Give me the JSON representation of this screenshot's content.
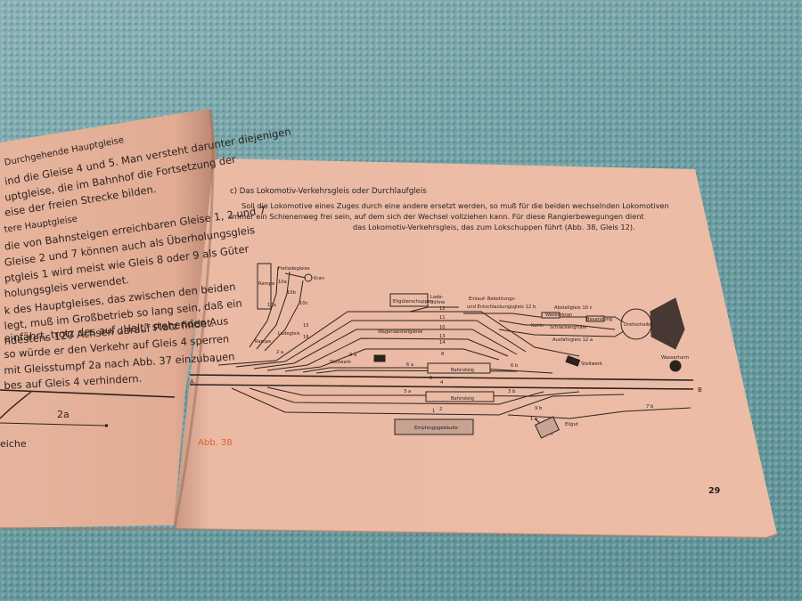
{
  "left_page": {
    "lines": [
      "Durchgehende Hauptgleise",
      "ind die Gleise 4 und 5. Man versteht darunter diejenigen",
      "uptgleise, die im Bahnhof die Fortsetzung der",
      "eise der freien Strecke bilden.",
      "tere Hauptgleise",
      "die von Bahnsteigen erreichbaren Gleise 1, 2 und 7",
      "Gleise 2 und 7 können auch als Überholungsgleis",
      "ptgleis 1 wird meist wie Gleis 8 oder 9 als Güter",
      "holungsgleis verwendet.",
      "k des Hauptgleises, das zwischen den beiden",
      "legt, muß im Großbetrieb so lang sein, daß ein",
      "ndestens 120 Achsen darauf Platz findet.",
      "einfährt, trotz des auf „Halt\" stehenden Aus",
      "so würde er den Verkehr auf Gleis 4 sperren",
      "mit Gleisstumpf 2a nach Abb. 37 einzubauen",
      "bes auf Gleis 4 verhindern."
    ],
    "figure_label": "2a",
    "figure_caption": "eiche"
  },
  "right_page": {
    "heading": "c) Das Lokomotiv-Verkehrsgleis oder Durchlaufgleis",
    "paragraph": [
      "Soll die Lokomotive eines Zuges durch eine andere ersetzt werden, so muß für die beiden wechselnden Lokomotiven",
      "immer ein Schienenweg frei sein, auf dem sich der Wechsel vollziehen kann. Für diese Rangierbewegungen dient",
      "das Lokomotiv-Verkehrsgleis, das zum Lokschuppen führt (Abb. 38, Gleis 12)."
    ],
    "figure_caption": "Abb. 38",
    "page_number": "29",
    "diagram_labels": {
      "freiladegleise": "Freiladegleise",
      "kran": "Kran",
      "rampe": "Rampe",
      "g10a": "10a",
      "g10b": "10b",
      "g10c": "10c",
      "eilgueterschuppen": "Eilgüterschuppen",
      "lade": "Lade-",
      "buehne": "bühne",
      "einlauf": "Einlauf- Bekohlungs-",
      "entschlackung": "und Entschlackungsgleis 12 b",
      "abstellgleis": "Abstellgleis 10 c",
      "wasserkran": "Wasserkran",
      "kohle": "Kohle",
      "schlackengrube": "Schlackengrube",
      "besandung": "Besandung",
      "drehscheibe": "Drehscheibe",
      "ausfahrgleis": "Ausfahrgleis 12 a",
      "wagenabstellgleise": "Wagenabstellgleise",
      "rampe2": "Rampe",
      "ladegleis": "Ladegleis",
      "stellwerk": "Stellwerk",
      "stellwerk2": "Stellwerk",
      "wasserturm": "Wasserturm",
      "bahnsteig1": "Bahnsteig",
      "bahnsteig2": "Bahnsteig",
      "empfangsgebaeude": "Empfangsgebäude",
      "eilgut": "Eilgut",
      "A": "A",
      "B": "B",
      "n7a": "7 a",
      "n7b": "7 b",
      "n9a": "9 a",
      "n9b": "9 b",
      "n8": "8",
      "n6a": "6 a",
      "n6b": "6 b",
      "n5": "5",
      "n4": "4",
      "n3a": "3 a",
      "n3b": "3 b",
      "n2": "2",
      "n1": "1",
      "n12": "12",
      "n11": "11",
      "n10": "10",
      "n13": "13",
      "n14": "14",
      "n15": "15",
      "n16": "16",
      "n1a": "1 a",
      "n2a": "2 a",
      "n10a": "10a"
    }
  },
  "colors": {
    "paper": "#e9b8a2",
    "ink": "#2b2220",
    "caption": "#d4622c",
    "cloth": "#6f9fa3"
  }
}
